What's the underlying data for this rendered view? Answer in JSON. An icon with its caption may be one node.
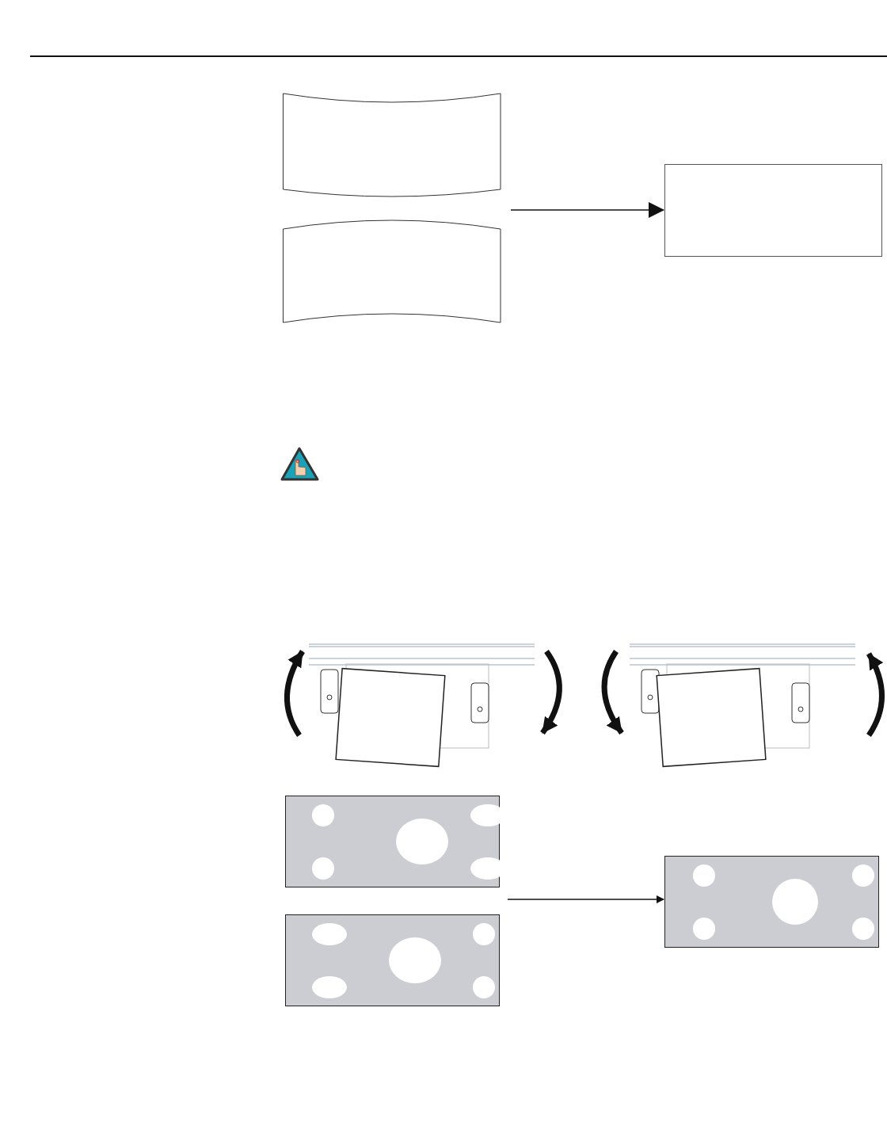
{
  "diagram": {
    "nodes": [
      {
        "text": [],
        "shape": "box"
      },
      {
        "text": [],
        "shape": "box"
      },
      {
        "text": [],
        "shape": "box"
      },
      {
        "text": [],
        "shape": "box"
      },
      {
        "text": [],
        "shape": "box"
      },
      {
        "text": [],
        "shape": "box"
      }
    ],
    "edges": [
      {
        "from": null,
        "to": 2,
        "arrow": "to"
      },
      {
        "from": null,
        "to": 5,
        "arrow": "to"
      }
    ]
  }
}
